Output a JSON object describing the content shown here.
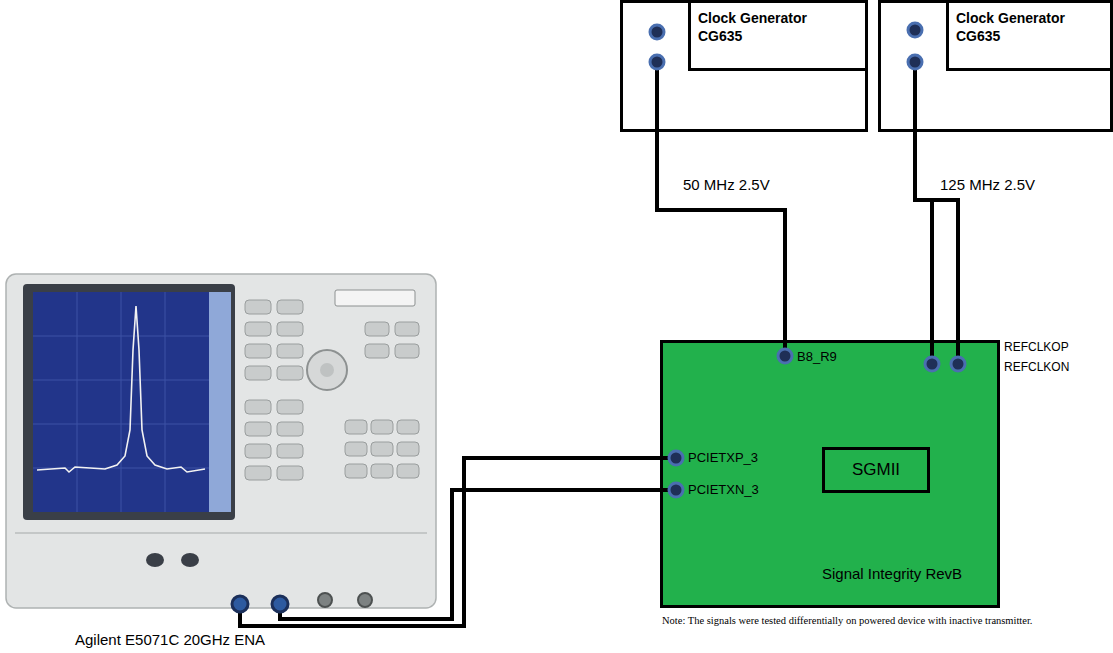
{
  "diagram": {
    "nodes": [
      {
        "text": [
          "Clock Generator CG635"
        ]
      },
      {
        "text": [
          "Clock Generator CG635"
        ]
      },
      {
        "text": [
          "Signal Integrity RevB"
        ]
      },
      {
        "text": [
          "SGMII"
        ],
        "in": 2
      },
      {
        "text": [
          "Agilent E5071C 20GHz ENA"
        ]
      }
    ],
    "edges": [
      {
        "from": 0,
        "to": 2,
        "arrow": "none",
        "label": "50 MHz 2.5V"
      },
      {
        "from": 1,
        "to": 2,
        "arrow": "none",
        "label": "125 MHz 2.5V"
      },
      {
        "from": 1,
        "to": 2,
        "arrow": "none"
      },
      {
        "from": 4,
        "to": 2,
        "arrow": "none"
      },
      {
        "from": 4,
        "to": 2,
        "arrow": "none"
      }
    ],
    "labels": [
      "B8_R9",
      "REFCLKOP",
      "REFCLKON",
      "PCIETXP_3",
      "PCIETXN_3",
      "Note: The signals were tested differentially on powered device with inactive transmitter."
    ]
  }
}
